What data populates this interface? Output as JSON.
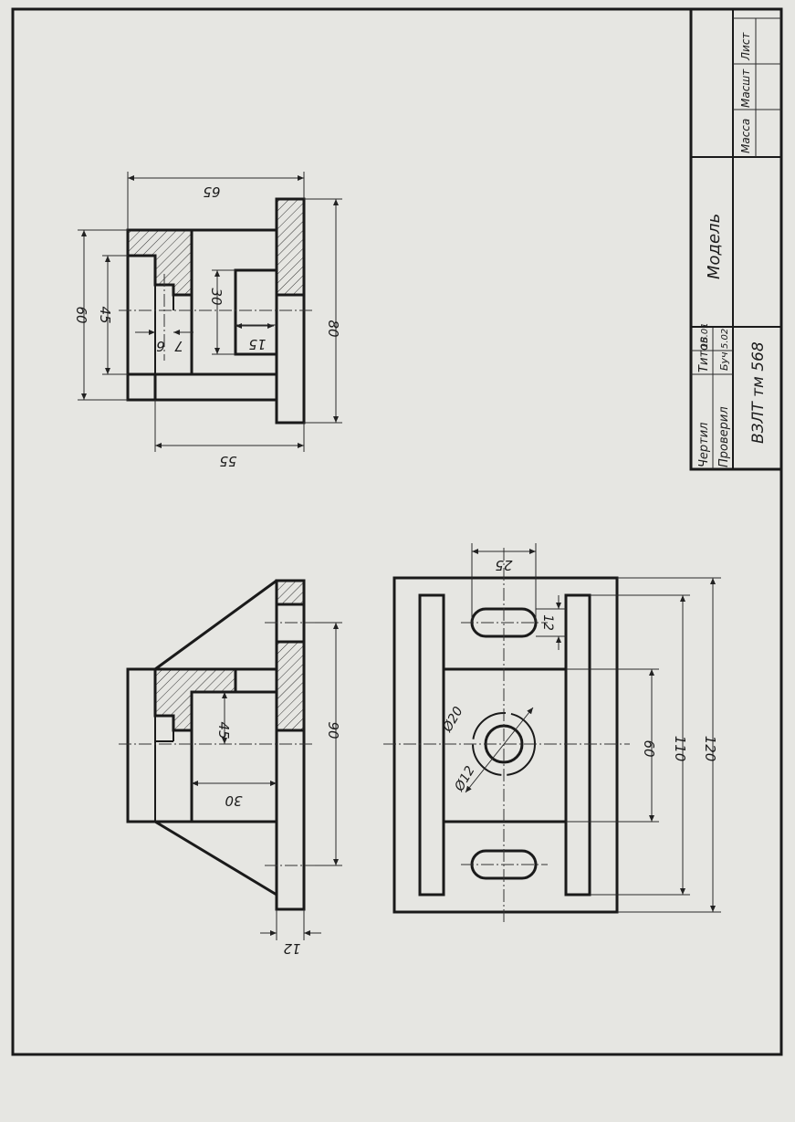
{
  "title_block": {
    "drawn_label": "Чертил",
    "drawn_name": "Титов",
    "drawn_date": "15.01",
    "checked_label": "Проверил",
    "checked_name": "Буч",
    "checked_date": "5.02",
    "code": "ВЗЛТ тм 568",
    "title": "Модель",
    "mass_label": "Масса",
    "scale_label": "Масшт",
    "sheet_label": "Лист"
  },
  "dimensions": {
    "side_view": [
      "65",
      "60",
      "45",
      "7",
      "6",
      "30",
      "15",
      "80",
      "55"
    ],
    "front_view": [
      "45",
      "30",
      "90",
      "12"
    ],
    "plan_view": [
      "25",
      "12",
      "Ø20",
      "Ø12",
      "60",
      "110",
      "120"
    ]
  }
}
